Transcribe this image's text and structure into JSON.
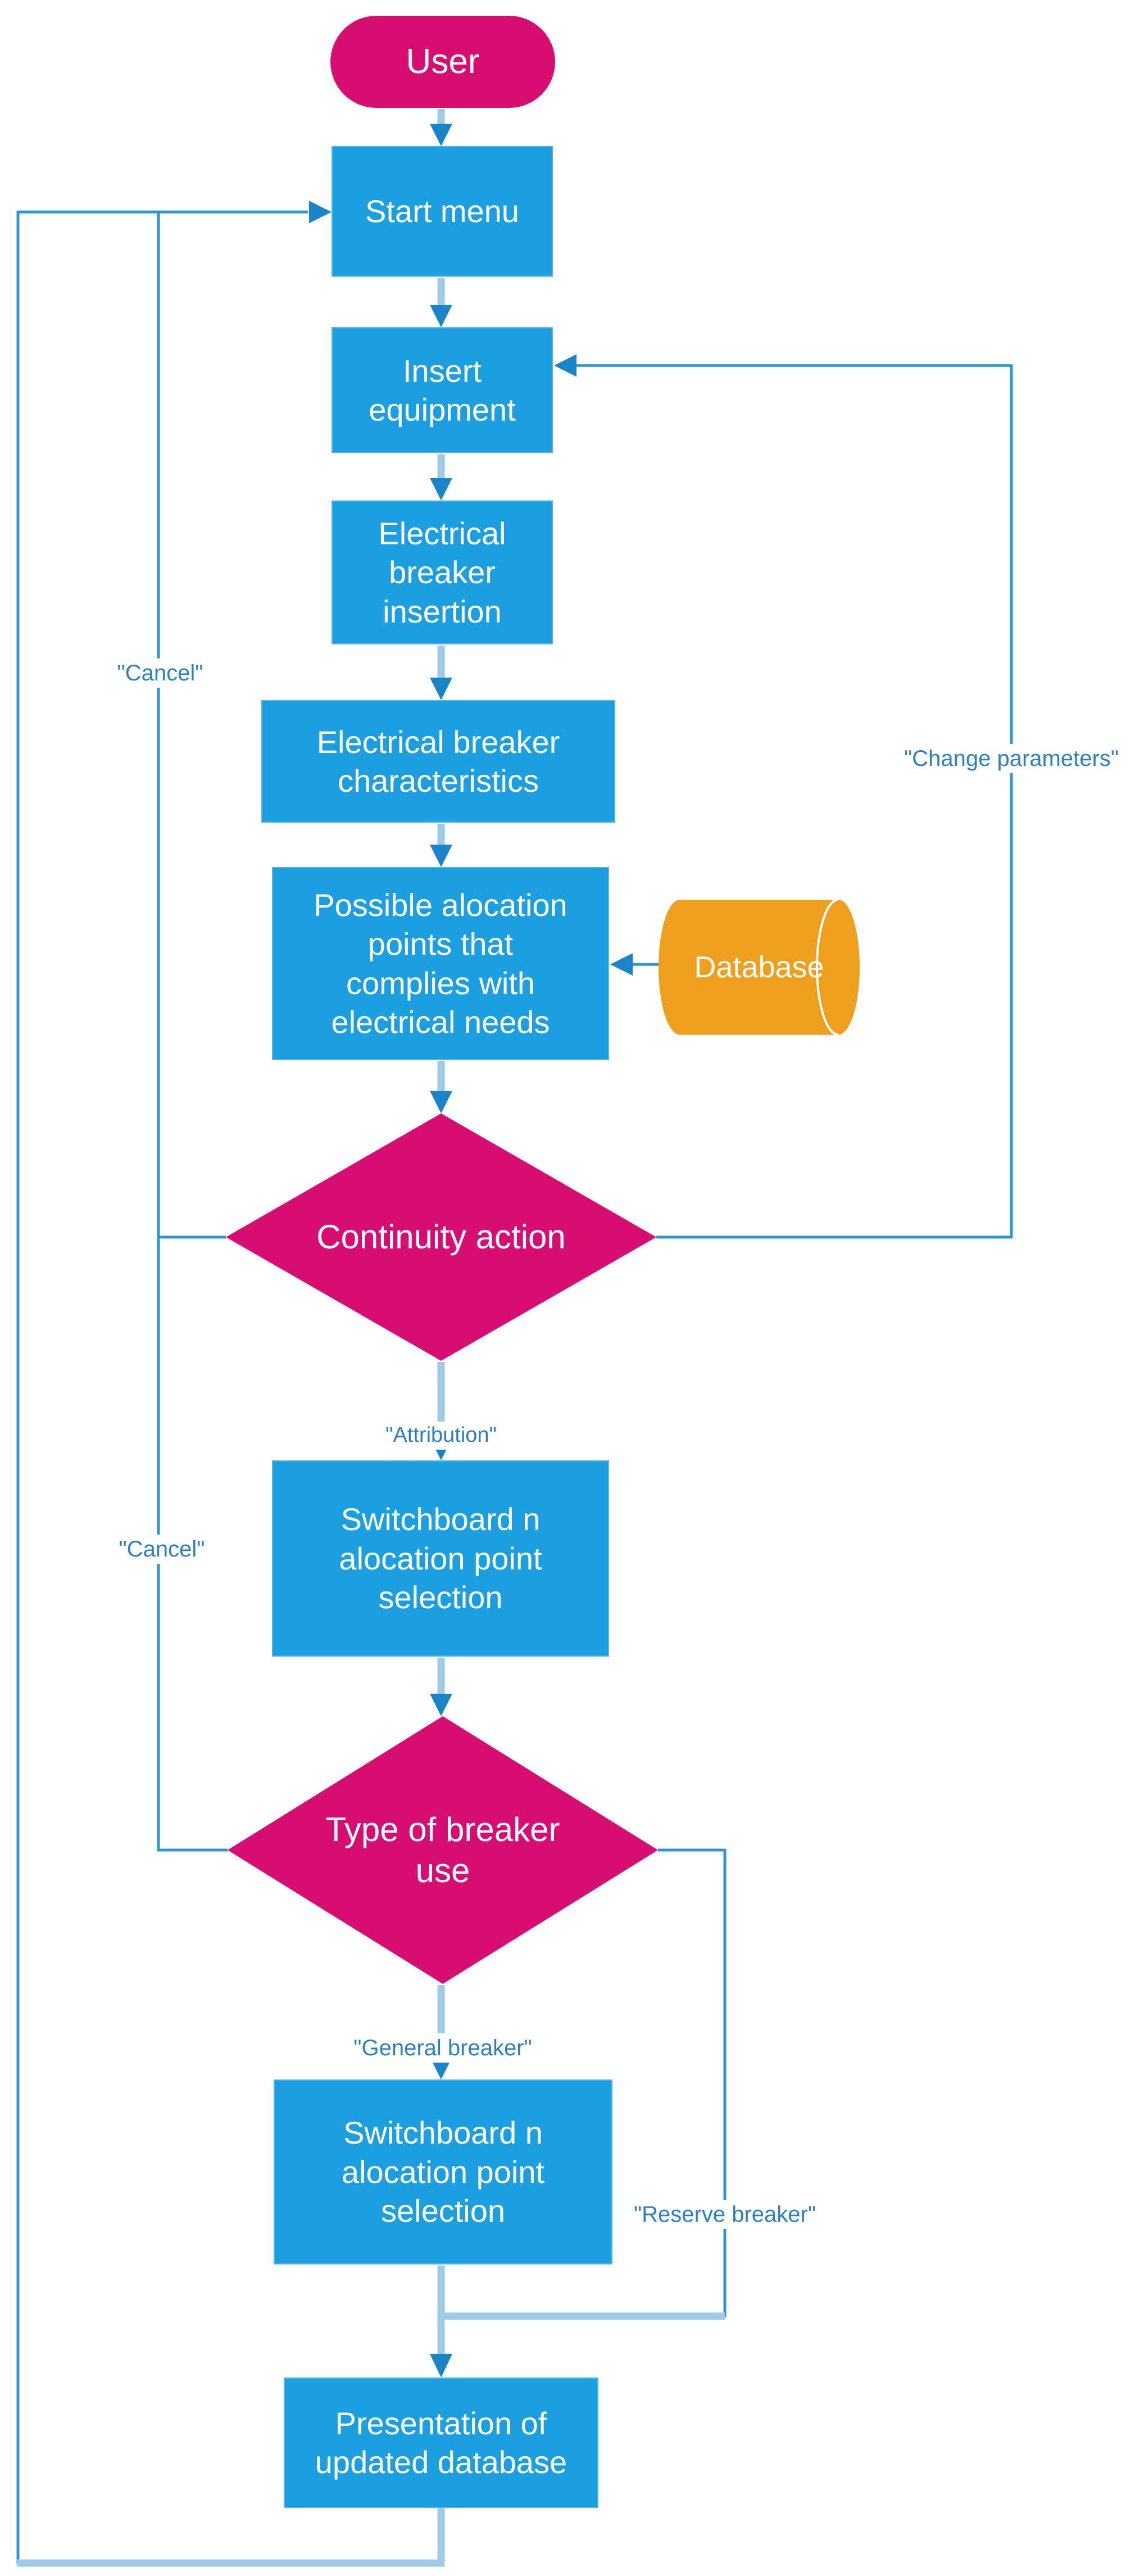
{
  "diagram": {
    "type": "flowchart",
    "nodes": {
      "user": {
        "label": "User",
        "shape": "terminator"
      },
      "start_menu": {
        "label": "Start menu",
        "shape": "process"
      },
      "insert_equipment": {
        "label": "Insert equipment",
        "shape": "process"
      },
      "breaker_insertion": {
        "label": "Electrical breaker insertion",
        "shape": "process"
      },
      "breaker_characteristics": {
        "label": "Electrical breaker characteristics",
        "shape": "process"
      },
      "possible_points": {
        "label": "Possible alocation points that complies with electrical needs",
        "shape": "process"
      },
      "database": {
        "label": "Database",
        "shape": "stored-data-cylinder"
      },
      "continuity_action": {
        "label": "Continuity action",
        "shape": "decision"
      },
      "switchboard_selection_1": {
        "label": "Switchboard n alocation point selection",
        "shape": "process"
      },
      "type_of_breaker_use": {
        "label": "Type of breaker use",
        "shape": "decision"
      },
      "switchboard_selection_2": {
        "label": "Switchboard n alocation point selection",
        "shape": "process"
      },
      "presentation": {
        "label": "Presentation of updated database",
        "shape": "process"
      }
    },
    "edge_labels": {
      "cancel_top": {
        "text": "\"Cancel\""
      },
      "change_parameters": {
        "text": "\"Change parameters\""
      },
      "attribution": {
        "text": "\"Attribution\""
      },
      "cancel_bottom": {
        "text": "\"Cancel\""
      },
      "general_breaker": {
        "text": "\"General breaker\""
      },
      "reserve_breaker": {
        "text": "\"Reserve breaker\""
      }
    },
    "edges": [
      "User -> Start menu",
      "Start menu -> Insert equipment",
      "Insert equipment -> Electrical breaker insertion",
      "Electrical breaker insertion -> Electrical breaker characteristics",
      "Electrical breaker characteristics -> Possible alocation points that complies with electrical needs",
      "Database -> Possible alocation points that complies with electrical needs",
      "Possible alocation points -> Continuity action",
      "Continuity action -> Start menu [Cancel]",
      "Continuity action -> Insert equipment [Change parameters]",
      "Continuity action -> Switchboard n alocation point selection [Attribution]",
      "Switchboard n alocation point selection -> Type of breaker use",
      "Type of breaker use -> Start menu [Cancel]",
      "Type of breaker use -> Switchboard n alocation point selection [General breaker]",
      "Type of breaker use -> Presentation of updated database [Reserve breaker]",
      "Switchboard n alocation point selection -> Presentation of updated database",
      "Presentation of updated database -> Start menu"
    ],
    "colors": {
      "process_fill": "#1C9FE0",
      "terminator_decision_fill": "#D60D73",
      "database_fill": "#EF9F1D",
      "flow_line_light": "#9FCBE8",
      "loop_line": "#2D96D2",
      "arrowhead": "#1B84C9",
      "edge_label_text": "#2E7FBE",
      "node_text": "#FFFFFF",
      "background": "#FFFFFF"
    }
  }
}
